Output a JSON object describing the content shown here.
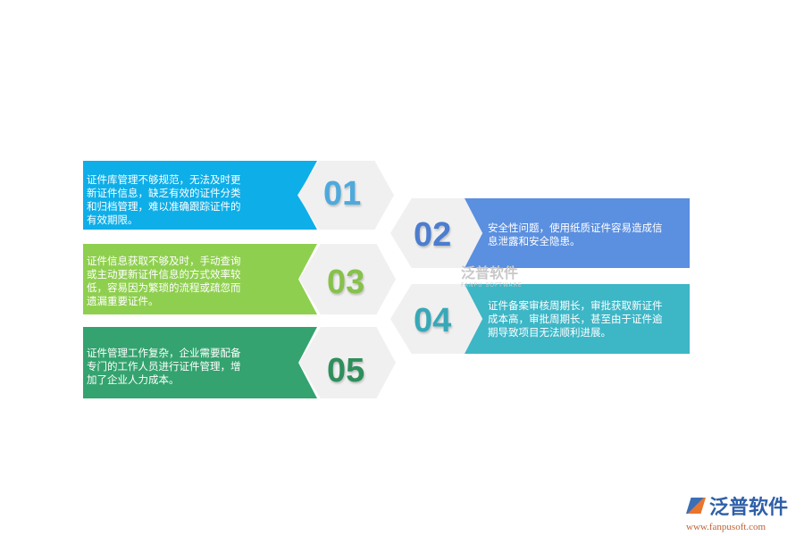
{
  "items": [
    {
      "number": "01",
      "text": "证件库管理不够规范，无法及时更新证件信息，缺乏有效的证件分类和归档管理，难以准确跟踪证件的有效期限。",
      "color": "#0eaee8",
      "number_color": "#4ea9dd"
    },
    {
      "number": "02",
      "text": "安全性问题，使用纸质证件容易造成信息泄露和安全隐患。",
      "color": "#5b8fdf",
      "number_color": "#4c7dcf"
    },
    {
      "number": "03",
      "text": "证件信息获取不够及时，手动查询或主动更新证件信息的方式效率较低，容易因为繁琐的流程或疏忽而遗漏重要证件。",
      "color": "#8fcf4f",
      "number_color": "#86c24a"
    },
    {
      "number": "04",
      "text": "证件备案审核周期长，审批获取新证件成本高，审批周期长，甚至由于证件逾期导致项目无法顺利进展。",
      "color": "#3db6c6",
      "number_color": "#37a8b8"
    },
    {
      "number": "05",
      "text": "证件管理工作复杂，企业需要配备专门的工作人员进行证件管理，增加了企业人力成本。",
      "color": "#34a36f",
      "number_color": "#2f8f5c"
    }
  ],
  "watermark": {
    "name": "泛普软件",
    "sub": "FANPU SOFTWARE"
  },
  "logo": {
    "name": "泛普软件",
    "url": "www.fanpusoft.com"
  }
}
